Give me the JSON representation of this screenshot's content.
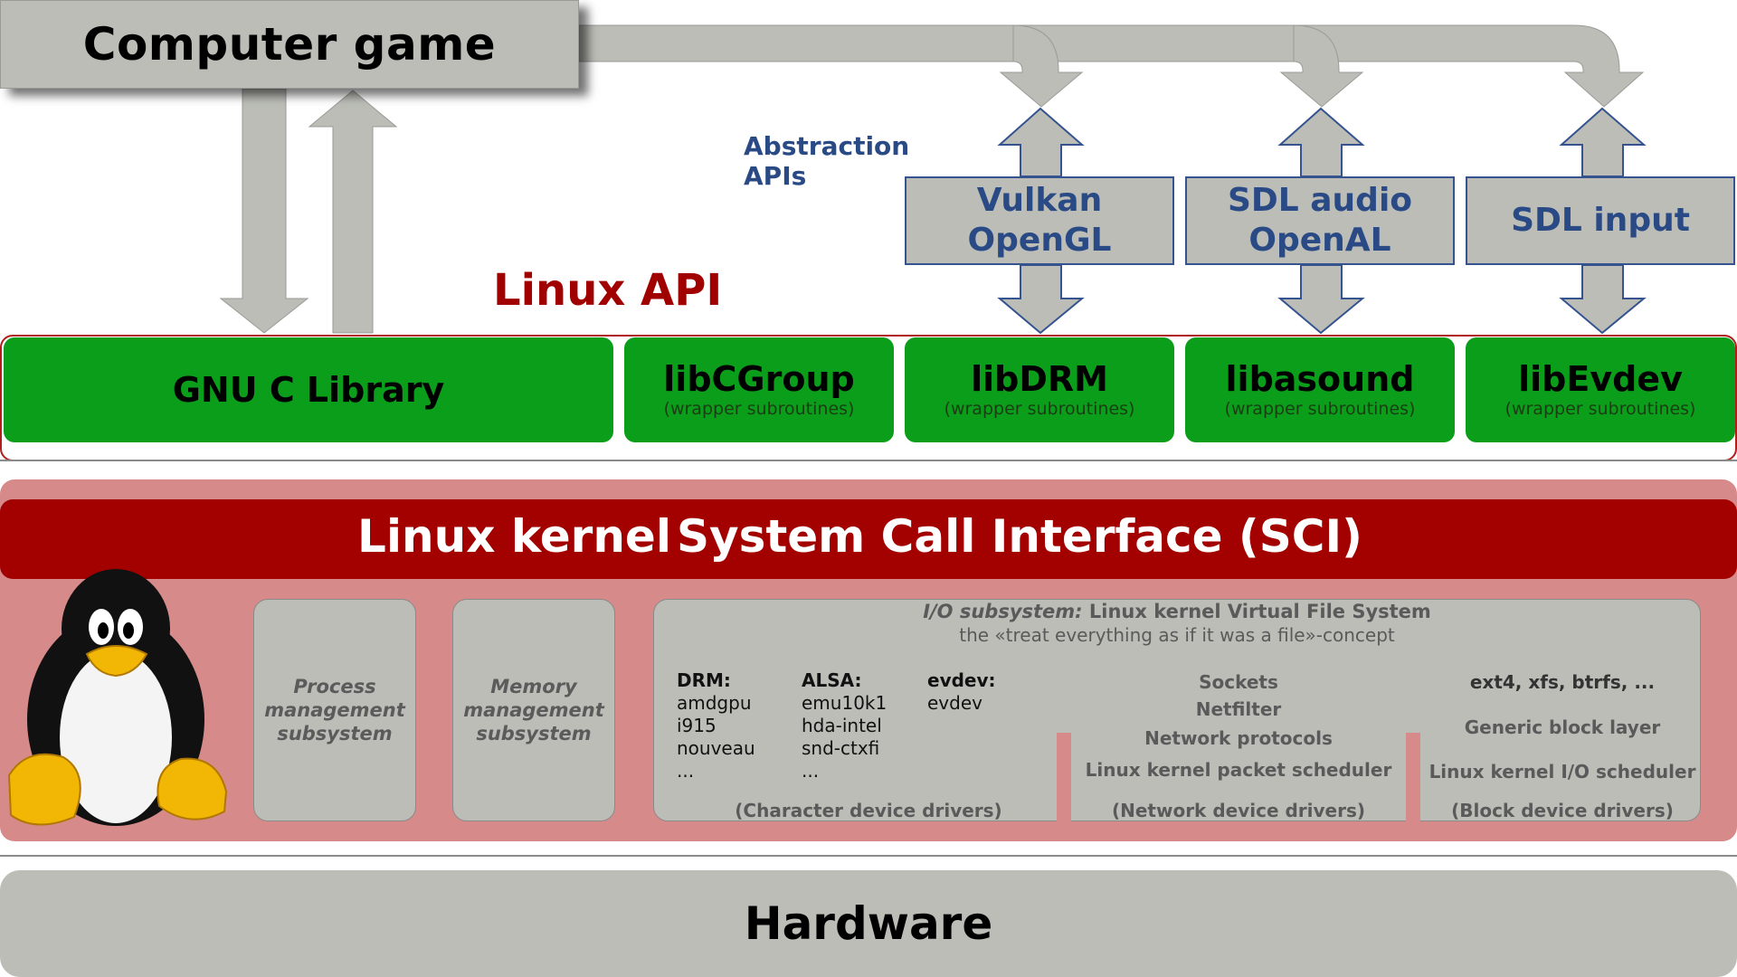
{
  "top": {
    "computer_game": "Computer game",
    "abstraction_apis": "Abstraction APIs",
    "linux_api": "Linux API"
  },
  "apis": [
    {
      "line1": "Vulkan",
      "line2": "OpenGL"
    },
    {
      "line1": "SDL audio",
      "line2": "OpenAL"
    },
    {
      "line1": "SDL input",
      "line2": ""
    }
  ],
  "libs": [
    {
      "name": "GNU C Library",
      "sub": ""
    },
    {
      "name": "libCGroup",
      "sub": "(wrapper subroutines)"
    },
    {
      "name": "libDRM",
      "sub": "(wrapper subroutines)"
    },
    {
      "name": "libasound",
      "sub": "(wrapper subroutines)"
    },
    {
      "name": "libEvdev",
      "sub": "(wrapper subroutines)"
    }
  ],
  "kernel": {
    "sci_left": "Linux kernel",
    "sci_right": "System Call Interface (SCI)",
    "process": [
      "Process",
      "management",
      "subsystem"
    ],
    "memory": [
      "Memory",
      "management",
      "subsystem"
    ],
    "io_title_italic": "I/O subsystem:",
    "io_title_rest": " Linux kernel Virtual File System",
    "io_sub": "the «treat everything as if it was a file»-concept",
    "drm": {
      "header": "DRM:",
      "items": [
        "amdgpu",
        "i915",
        "nouveau",
        "..."
      ]
    },
    "alsa": {
      "header": "ALSA:",
      "items": [
        "emu10k1",
        "hda-intel",
        "snd-ctxfi",
        "..."
      ]
    },
    "evdev": {
      "header": "evdev:",
      "items": [
        "evdev"
      ]
    },
    "char_drivers": "(Character device drivers)",
    "net": [
      "Sockets",
      "Netfilter",
      "Network protocols",
      "Linux kernel packet scheduler"
    ],
    "net_drivers": "(Network device drivers)",
    "block": [
      "ext4, xfs, btrfs, ...",
      "Generic block layer",
      "Linux kernel I/O scheduler"
    ],
    "block_drivers": "(Block device drivers)"
  },
  "hardware": "Hardware",
  "colors": {
    "gray": "#bcbdb7",
    "green": "#0a9e1a",
    "kernel_red": "#a30000",
    "kernel_pink": "#d78a8a",
    "api_blue": "#2a4a86",
    "linux_api_red": "#a00000"
  }
}
